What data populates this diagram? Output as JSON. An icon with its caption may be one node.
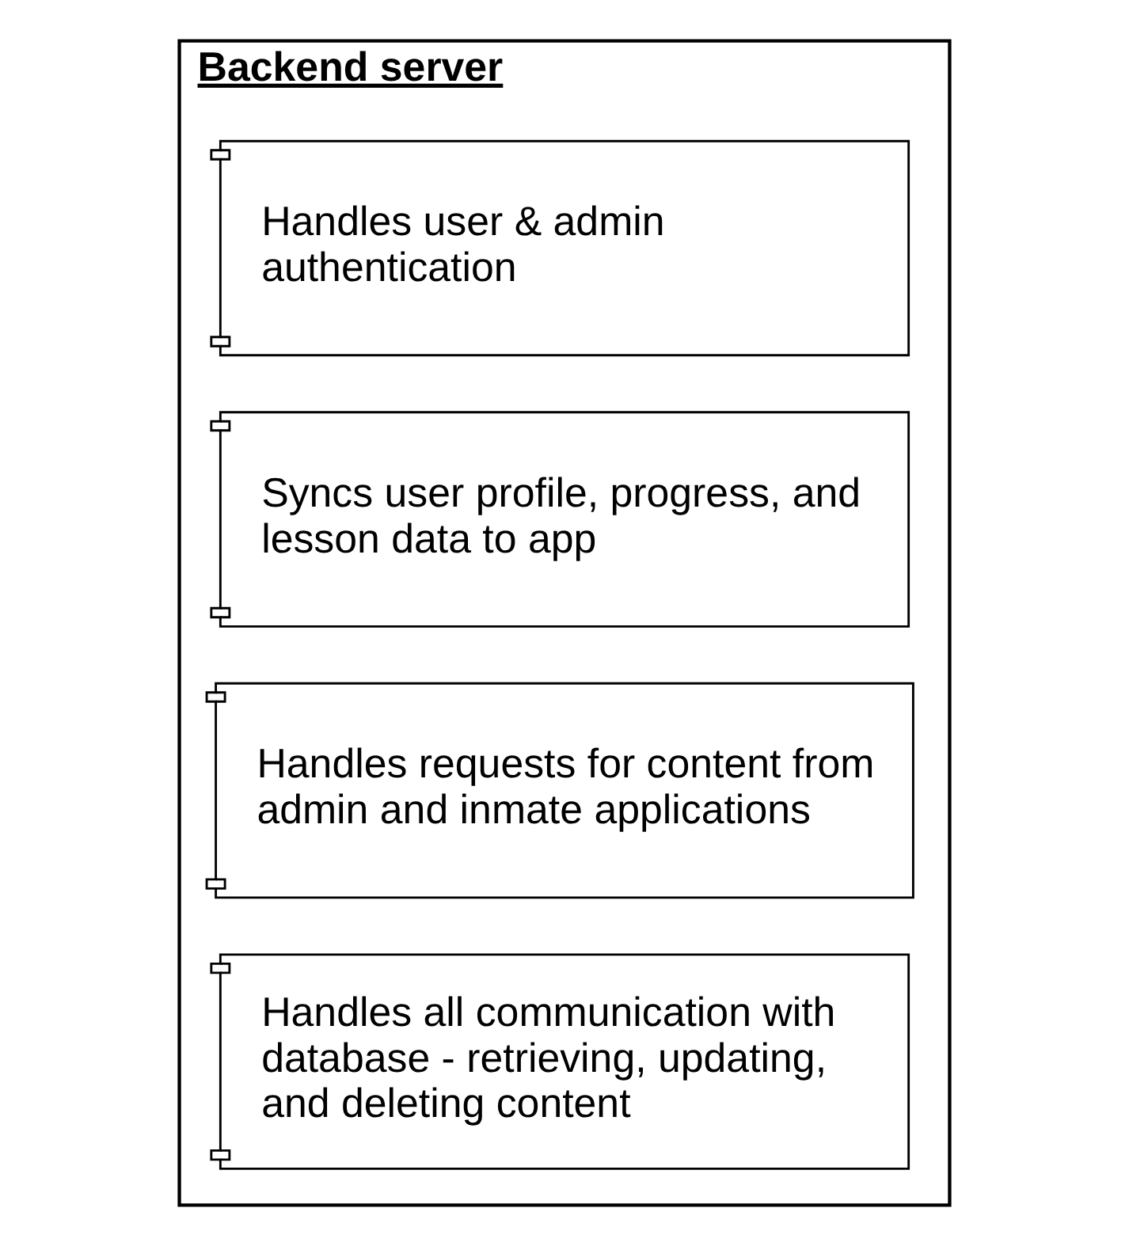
{
  "diagram": {
    "nodes": [
      {
        "text": [
          "Backend server"
        ]
      },
      {
        "text": [
          "Handles user & admin authentication"
        ],
        "in": 0
      },
      {
        "text": [
          "Syncs user profile, progress, and lesson data to app"
        ],
        "in": 0
      },
      {
        "text": [
          "Handles requests for content from admin and inmate applications"
        ],
        "in": 0
      },
      {
        "text": [
          "Handles all communication with database - retrieving, updating, and deleting content"
        ],
        "in": 0
      }
    ]
  }
}
